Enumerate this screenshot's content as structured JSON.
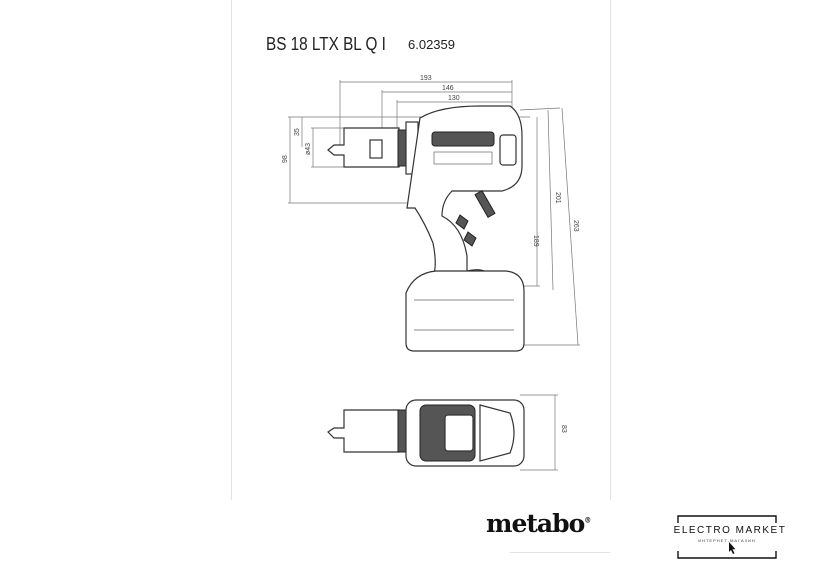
{
  "header": {
    "model": "BS 18 LTX BL Q I",
    "article_number": "6.02359"
  },
  "dimensions": {
    "length_total": "193",
    "length_mid": "146",
    "length_body": "130",
    "chuck_offset": "35",
    "chuck_diameter": "ø43",
    "head_height": "98",
    "height_189": "189",
    "height_201": "201",
    "height_263": "263",
    "width_top": "83"
  },
  "logos": {
    "brand": "metabo",
    "shop": "ELECTRO MARKET",
    "shop_sub": "ИНТЕРНЕТ-МАГАЗИН"
  },
  "colors": {
    "line": "#333333",
    "dim": "#777777"
  }
}
